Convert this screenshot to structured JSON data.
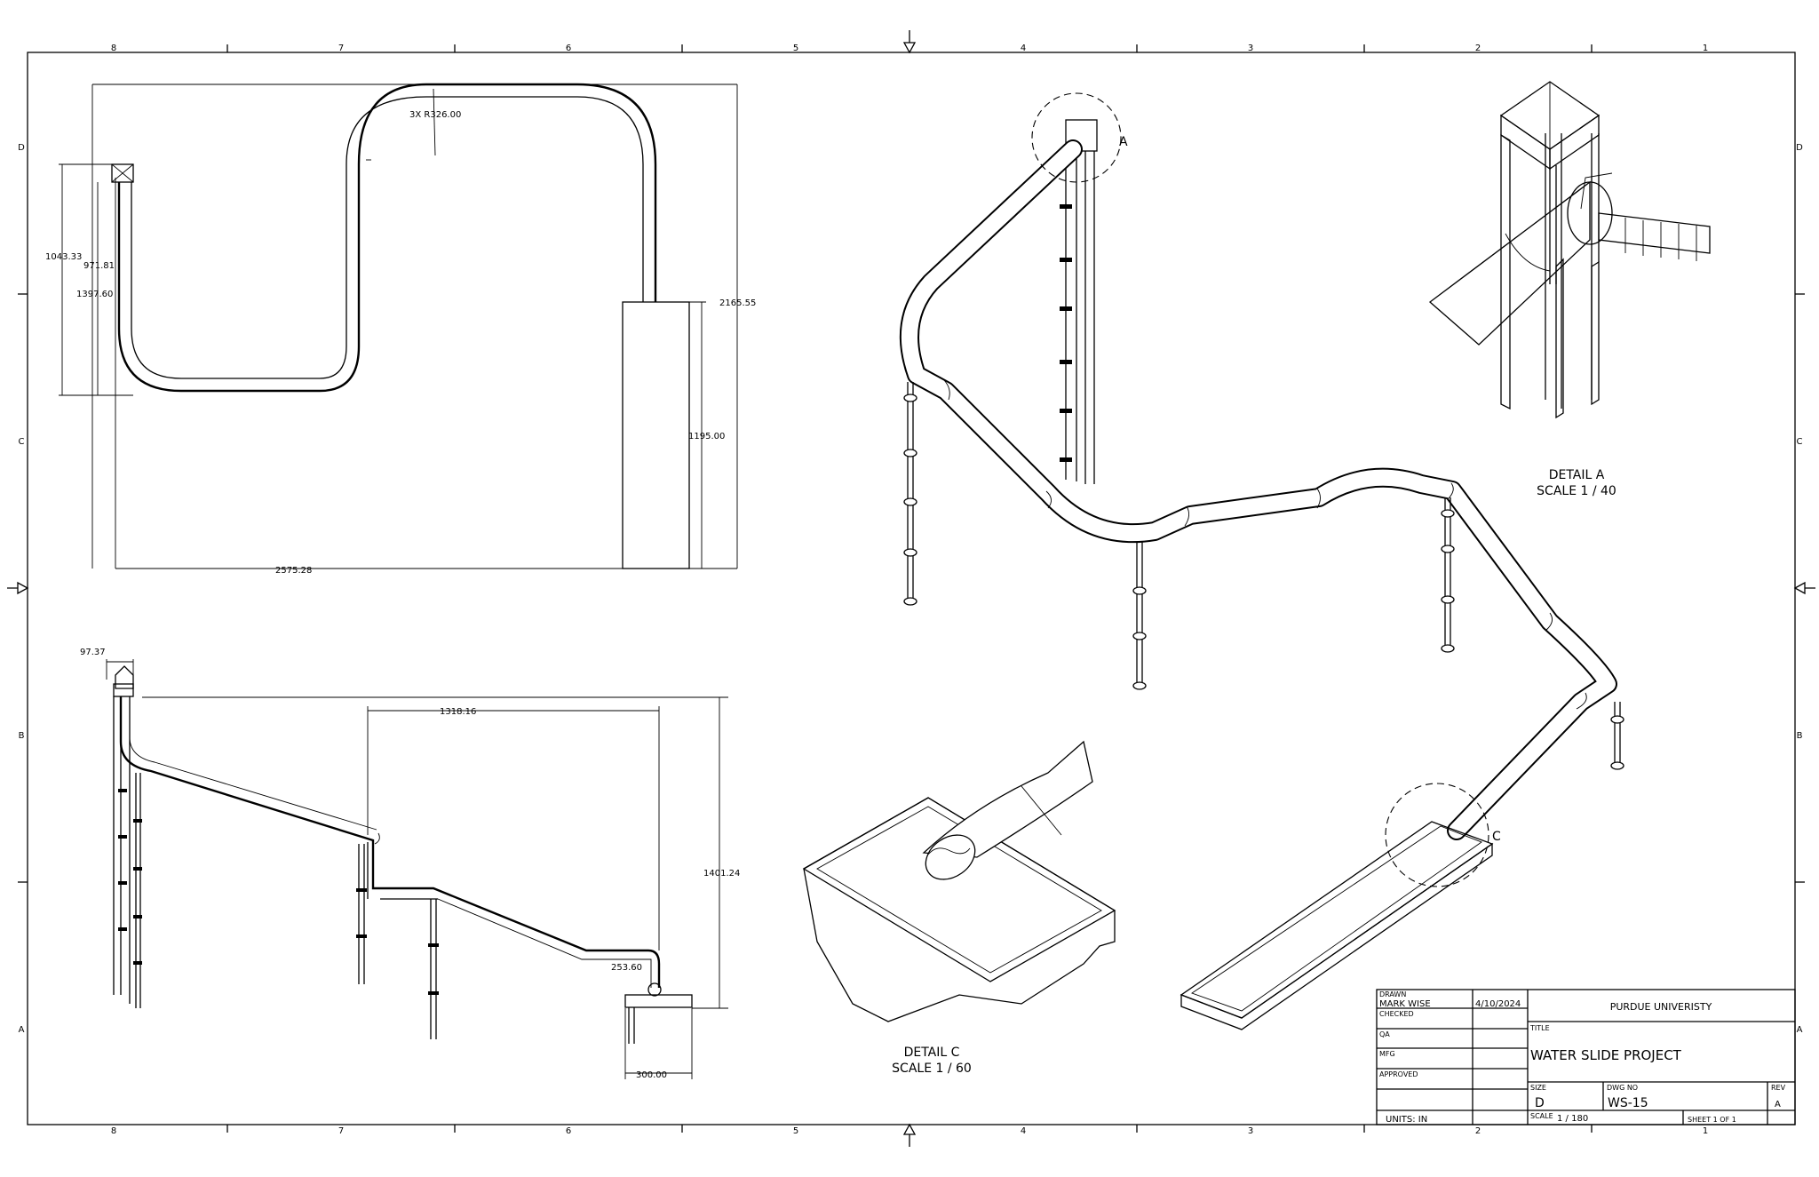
{
  "border": {
    "zones_top": [
      "8",
      "7",
      "6",
      "5",
      "4",
      "3",
      "2",
      "1"
    ],
    "zones_bottom": [
      "8",
      "7",
      "6",
      "5",
      "4",
      "3",
      "2",
      "1"
    ],
    "rows_left": [
      "D",
      "C",
      "B",
      "A"
    ],
    "rows_right": [
      "D",
      "C",
      "B",
      "A"
    ]
  },
  "top_view": {
    "radius_note": "3X R326.00",
    "dims": [
      "1043.33",
      "971.81",
      "1397.60",
      "2165.55",
      "1195.00",
      "2575.28"
    ]
  },
  "side_view": {
    "dims": [
      "97.37",
      "1318.16",
      "1401.24",
      "253.60",
      "300.00"
    ]
  },
  "detail_a": {
    "label": "DETAIL  A",
    "scale": "SCALE 1 / 40",
    "callout": "A"
  },
  "detail_c": {
    "label": "DETAIL  C",
    "scale": "SCALE 1 / 60",
    "callout": "C"
  },
  "title_block": {
    "drawn_label": "DRAWN",
    "drawn_by": "MARK WISE",
    "drawn_date": "4/10/2024",
    "checked_label": "CHECKED",
    "qa_label": "QA",
    "mfg_label": "MFG",
    "approved_label": "APPROVED",
    "company": "PURDUE UNIVERISTY",
    "title_label": "TITLE",
    "title": "WATER SLIDE PROJECT",
    "size_label": "SIZE",
    "size": "D",
    "dwg_label": "DWG NO",
    "dwg_no": "WS-15",
    "rev_label": "REV",
    "rev": "A",
    "units": "UNITS: IN",
    "scale_label": "SCALE",
    "scale": "1 / 180",
    "sheet": "SHEET 1  OF 1"
  }
}
